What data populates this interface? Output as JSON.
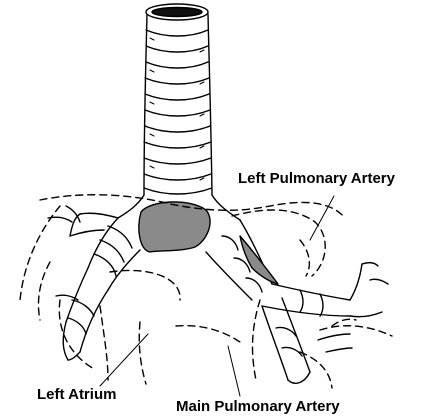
{
  "labels": {
    "left_pulmonary_artery": "Left Pulmonary Artery",
    "left_atrium": "Left Atrium",
    "main_pulmonary_artery": "Main Pulmonary Artery"
  },
  "colors": {
    "ink": "#000000",
    "shading": "#8a8a8a",
    "background": "#ffffff"
  }
}
